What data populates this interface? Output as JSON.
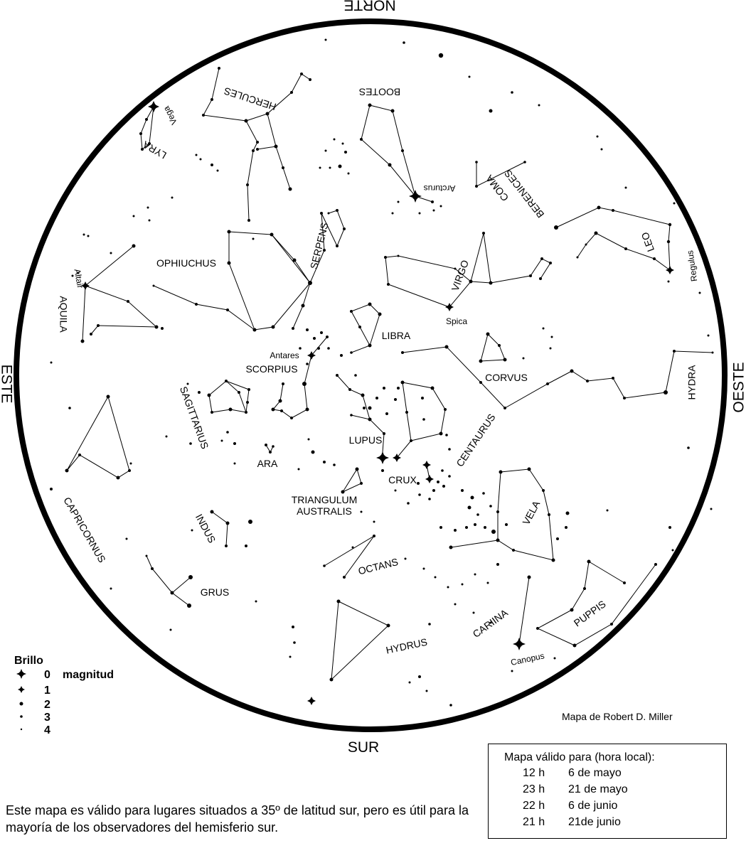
{
  "directions": {
    "north": "NORTE",
    "south": "SUR",
    "east": "ESTE",
    "west": "OESTE"
  },
  "constellations": {
    "lyra": "LYRA",
    "hercules": "HERCULES",
    "bootes": "BOOTES",
    "coma": "COMA",
    "berenices": "BERENICES",
    "leo": "LEO",
    "ophiuchus": "OPHIUCHUS",
    "serpens": "SERPENS",
    "virgo": "VIRGO",
    "aquila": "AQUILA",
    "libra": "LIBRA",
    "corvus": "CORVUS",
    "scorpius": "SCORPIUS",
    "sagittarius": "SAGITTARIUS",
    "hydra": "HYDRA",
    "lupus": "LUPUS",
    "centaurus": "CENTAURUS",
    "ara": "ARA",
    "crux": "CRUX",
    "triangulum": "TRIANGULUM",
    "australis": "AUSTRALIS",
    "capricornus": "CAPRICORNUS",
    "indus": "INDUS",
    "vela": "VELA",
    "octans": "OCTANS",
    "grus": "GRUS",
    "puppis": "PUPPIS",
    "carina": "CARIINA",
    "hydrus": "HYDRUS"
  },
  "stars": {
    "vega": "Vega",
    "arcturus": "Arcturus",
    "regulus": "Regulus",
    "altair": "Altair",
    "spica": "Spica",
    "antares": "Antares",
    "canopus": "Canopus"
  },
  "legend": {
    "title": "Brillo",
    "unit": "magnitud",
    "levels": [
      "0",
      "1",
      "2",
      "3",
      "4"
    ]
  },
  "credit": "Mapa de Robert D. Miller",
  "validity": {
    "title": "Mapa válido para (hora local):",
    "rows": [
      {
        "hour": "12 h",
        "date": "6 de mayo"
      },
      {
        "hour": "23 h",
        "date": "21 de mayo"
      },
      {
        "hour": "22 h",
        "date": "6 de junio"
      },
      {
        "hour": "21 h",
        "date": "21de junio"
      }
    ]
  },
  "note": "Este mapa es válido para lugares situados a 35º de latitud sur, pero es útil para la mayoría de los observadores del hemisferio sur."
}
